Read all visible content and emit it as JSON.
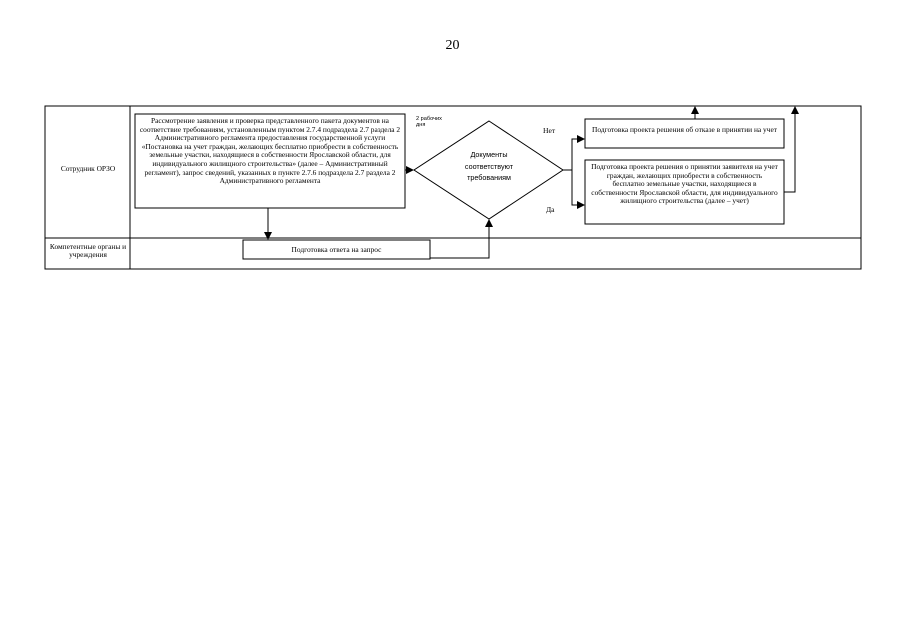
{
  "page_number": "20",
  "lanes": [
    {
      "label": "Сотрудник ОРЗО"
    },
    {
      "label": "Компетентные органы и учреждения"
    }
  ],
  "boxes": {
    "review": "Рассмотрение заявления и проверка представленного пакета документов на соответствие требованиям, установленным пунктом 2.7.4 подраздела 2.7 раздела 2 Административного регламента предоставления государственной услуги «Постановка на учет граждан, желающих бесплатно приобрести в собственность земельные участки, находящиеся в собственности Ярославской области, для индивидуального жилищного строительства» (далее – Административный регламент), запрос сведений, указанных в пункте 2.7.6 подраздела 2.7 раздела 2 Административного регламента",
    "refusal": "Подготовка проекта решения об отказе в принятии на учет",
    "acceptance": "Подготовка проекта решения о принятии заявителя на учет граждан, желающих приобрести в собственность бесплатно земельные участки, находящиеся в собственности Ярославской области, для индивидуального жилищного строительства (далее – учет)",
    "response": "Подготовка ответа на запрос"
  },
  "decision": {
    "label": "Документы соответствуют требованиям",
    "no": "Нет",
    "yes": "Да"
  },
  "timing": "2 рабочих дня"
}
